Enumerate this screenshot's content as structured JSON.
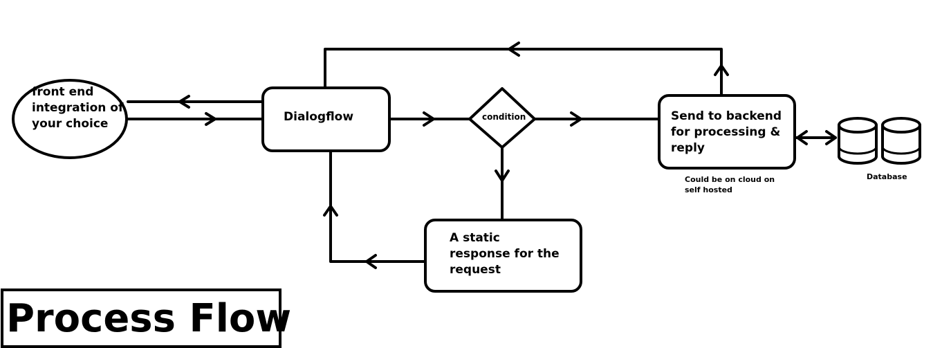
{
  "title": "Process Flow",
  "nodes": {
    "frontend": [
      "front end",
      "integration of",
      "your choice"
    ],
    "dialogflow": "Dialogflow",
    "condition": "condition",
    "backend": [
      "Send to backend",
      "for processing &",
      "reply"
    ],
    "static_response": [
      "A static",
      "response for the",
      "request"
    ],
    "database": "Database"
  },
  "notes": {
    "hosting": [
      "Could be on cloud on",
      "self hosted"
    ]
  },
  "colors": {
    "stroke": "#000000",
    "background": "#ffffff"
  }
}
